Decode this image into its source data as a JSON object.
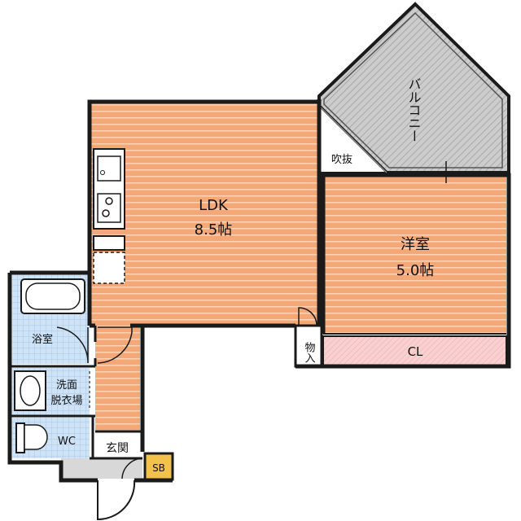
{
  "rooms": {
    "ldk": {
      "name": "LDK",
      "size": "8.5帖"
    },
    "western": {
      "name": "洋室",
      "size": "5.0帖"
    },
    "balcony": {
      "name": "バルコニー"
    },
    "void": {
      "name": "吹抜"
    },
    "storage": {
      "name": "物入"
    },
    "closet": {
      "name": "CL"
    },
    "bath": {
      "name": "浴室"
    },
    "washroom": {
      "line1": "洗面",
      "line2": "脱衣場"
    },
    "toilet": {
      "name": "WC"
    },
    "entrance": {
      "name": "玄関"
    },
    "shoebox": {
      "name": "SB"
    }
  },
  "colors": {
    "floor_wood": "#f4a878",
    "floor_stripe": "#ffd2b4",
    "balcony": "#c8c8c8",
    "tile": "#cfe3f7",
    "closet": "#f9d0d0",
    "entrance": "#d8d8d8",
    "shoebox": "#f2c24a",
    "wall": "#1a1a1a"
  }
}
